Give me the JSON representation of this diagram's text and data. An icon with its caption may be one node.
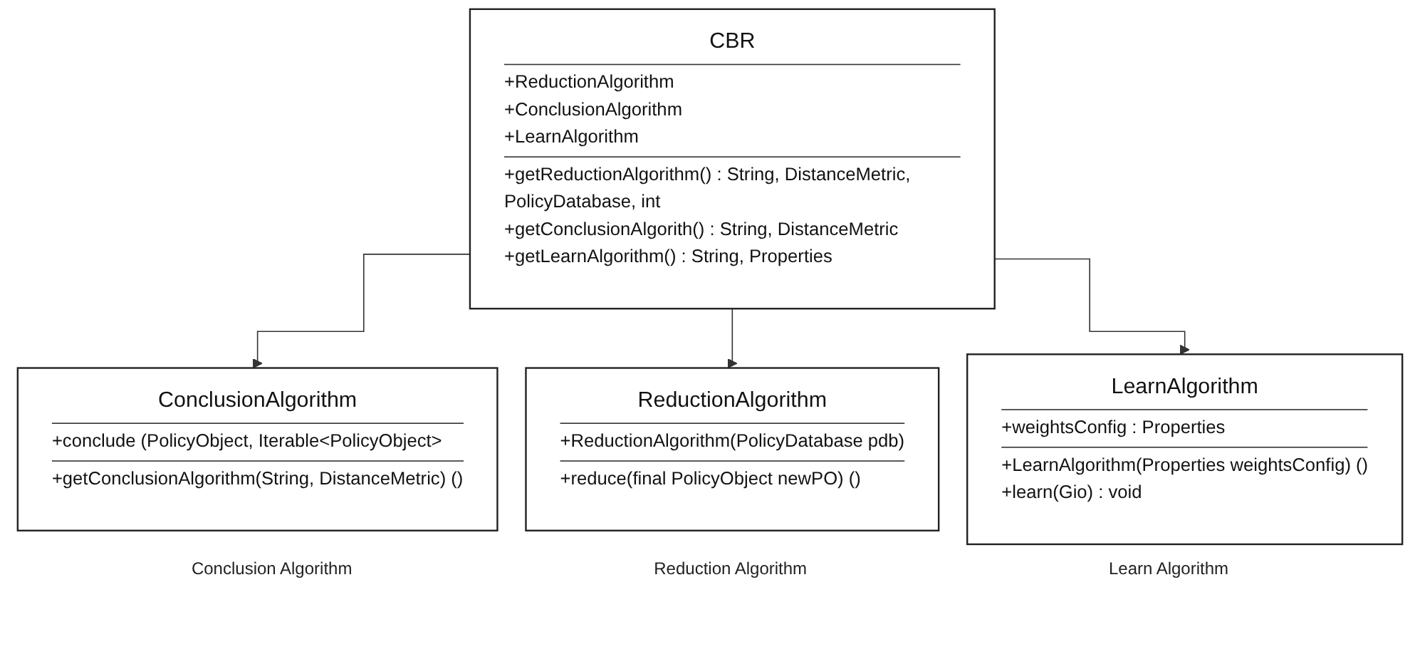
{
  "diagram": {
    "nodes": [
      {
        "text": [
          "CBR",
          "+ReductionAlgorithm",
          "+ConclusionAlgorithm",
          "+LearnAlgorithm",
          "+getReductionAlgorithm() : String, DistanceMetric, PolicyDatabase, int",
          "+getConclusionAlgorith() : String, DistanceMetric",
          "+getLearnAlgorithm() : String, Properties"
        ]
      },
      {
        "text": [
          "ConclusionAlgorithm",
          "+conclude (PolicyObject, Iterable<PolicyObject>",
          "+getConclusionAlgorithm(String, DistanceMetric) ()"
        ]
      },
      {
        "text": [
          "ReductionAlgorithm",
          "+ReductionAlgorithm(PolicyDatabase pdb)",
          "+reduce(final PolicyObject newPO) ()"
        ]
      },
      {
        "text": [
          "LearnAlgorithm",
          "+weightsConfig : Properties",
          "+LearnAlgorithm(Properties weightsConfig) ()",
          "+learn(Gio) : void"
        ]
      }
    ],
    "edges": [
      {
        "from": 0,
        "to": 1,
        "arrow": "to"
      },
      {
        "from": 0,
        "to": 2,
        "arrow": "to"
      },
      {
        "from": 0,
        "to": 3,
        "arrow": "to"
      }
    ],
    "labels": [
      "Conclusion Algorithm",
      "Reduction Algorithm",
      "Learn Algorithm"
    ]
  }
}
